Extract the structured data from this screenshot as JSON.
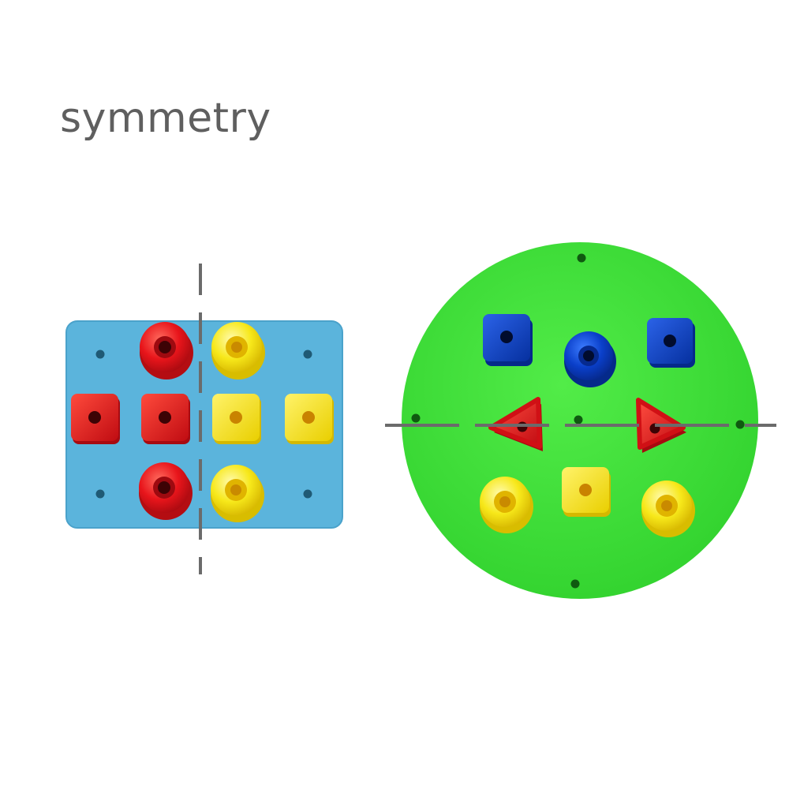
{
  "title": "symmetry",
  "colors": {
    "blue_board": "#5bb4dc",
    "green_board": "#3ee03a",
    "red_peg": "#e8151b",
    "yellow_peg": "#f7e81a",
    "blue_peg": "#0a3fc9",
    "axis_line": "#6b6b6b"
  },
  "boards": [
    {
      "name": "rectangular-board",
      "color": "blue",
      "axis": "vertical",
      "pegs": [
        {
          "shape": "ring",
          "color": "red"
        },
        {
          "shape": "ring",
          "color": "yellow"
        },
        {
          "shape": "square",
          "color": "red"
        },
        {
          "shape": "square",
          "color": "red"
        },
        {
          "shape": "square",
          "color": "yellow"
        },
        {
          "shape": "square",
          "color": "yellow"
        },
        {
          "shape": "ring",
          "color": "red"
        },
        {
          "shape": "ring",
          "color": "yellow"
        }
      ]
    },
    {
      "name": "round-board",
      "color": "green",
      "axis": "horizontal",
      "pegs": [
        {
          "shape": "square",
          "color": "blue"
        },
        {
          "shape": "ring",
          "color": "blue"
        },
        {
          "shape": "square",
          "color": "blue"
        },
        {
          "shape": "triangle",
          "color": "red"
        },
        {
          "shape": "triangle",
          "color": "red"
        },
        {
          "shape": "ring",
          "color": "yellow"
        },
        {
          "shape": "square",
          "color": "yellow"
        },
        {
          "shape": "ring",
          "color": "yellow"
        }
      ]
    }
  ]
}
